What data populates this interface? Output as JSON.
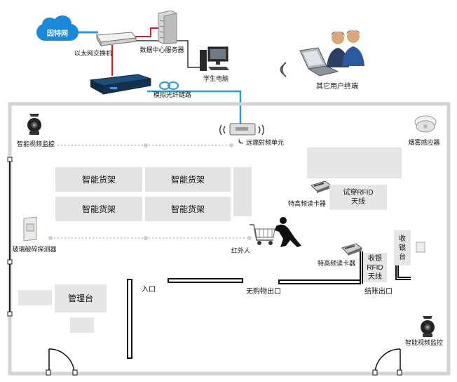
{
  "network": {
    "internet": "因特网",
    "ethernet_switch": "以太网交换机",
    "datacenter_server": "数据中心服务器",
    "student_pc": "学生电脑",
    "analog_fiber_link": "模拟光纤链路",
    "other_terminals": "其它用户终端",
    "remote_rf_unit": "远端射频单元"
  },
  "store": {
    "smart_camera": "智能视频监控",
    "smoke_sensor": "烟雾感应器",
    "glass_break_detector": "玻璃破碎探测器",
    "infrared": "红外人",
    "shelves": [
      "智能货架",
      "智能货架",
      "智能货架",
      "智能货架"
    ],
    "uhf_reader": "特高频读卡器",
    "fitting_rfid_antenna": [
      "试穿RFID",
      "天线"
    ],
    "checkout_rfid_antenna": [
      "收银",
      "RFID",
      "天线"
    ],
    "cashier_desk": [
      "收",
      "银",
      "台"
    ],
    "management_desk": "管理台",
    "entrance": "入口",
    "no_purchase_exit": "无购物出口",
    "checkout_exit": "结账出口"
  },
  "colors": {
    "fiber_link": "#2a9bd4",
    "red_link": "#d21f1f",
    "dark_link": "#333333",
    "wall": "#d4d4d4",
    "shelf": "#e3e3e3"
  }
}
